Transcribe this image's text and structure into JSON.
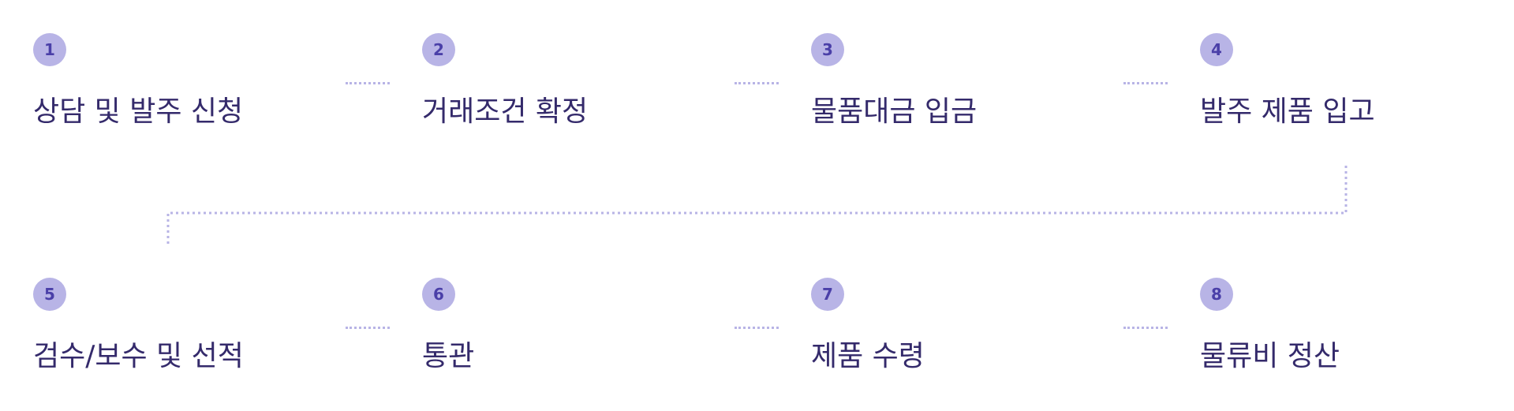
{
  "colors": {
    "badge_bg": "#b8b4e6",
    "badge_text": "#4a3fa8",
    "label_text": "#342a6b",
    "connector": "#b8b4e6"
  },
  "steps": [
    {
      "number": "1",
      "label": "상담 및 발주 신청"
    },
    {
      "number": "2",
      "label": "거래조건 확정"
    },
    {
      "number": "3",
      "label": "물품대금 입금"
    },
    {
      "number": "4",
      "label": "발주 제품 입고"
    },
    {
      "number": "5",
      "label": "검수/보수 및 선적"
    },
    {
      "number": "6",
      "label": "통관"
    },
    {
      "number": "7",
      "label": "제품 수령"
    },
    {
      "number": "8",
      "label": "물류비 정산"
    }
  ]
}
